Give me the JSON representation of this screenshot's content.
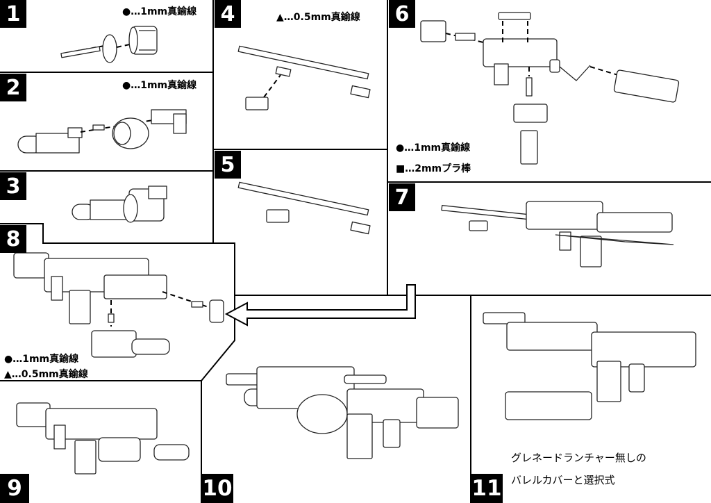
{
  "steps": [
    {
      "id": "1",
      "label": "1",
      "notes": [
        "●…1mm真鍮線"
      ]
    },
    {
      "id": "2",
      "label": "2",
      "notes": [
        "●…1mm真鍮線"
      ]
    },
    {
      "id": "3",
      "label": "3",
      "notes": []
    },
    {
      "id": "4",
      "label": "4",
      "notes": [
        "▲…0.5mm真鍮線"
      ]
    },
    {
      "id": "5",
      "label": "5",
      "notes": []
    },
    {
      "id": "6",
      "label": "6",
      "notes": [
        "●…1mm真鍮線",
        "■…2mmプラ棒"
      ]
    },
    {
      "id": "7",
      "label": "7",
      "notes": []
    },
    {
      "id": "8",
      "label": "8",
      "notes": [
        "●…1mm真鍮線",
        "▲…0.5mm真鍮線"
      ]
    },
    {
      "id": "9",
      "label": "9",
      "notes": []
    },
    {
      "id": "10",
      "label": "10",
      "notes": []
    },
    {
      "id": "11",
      "label": "11",
      "notes": [
        "グレネードランチャー無しの",
        "バレルカバーと選択式"
      ]
    }
  ],
  "colors": {
    "ink": "#000000",
    "paper": "#ffffff",
    "part_fill": "#ffffff",
    "shade": "#e6e6e6"
  },
  "icons": [
    "circle-marker",
    "square-marker",
    "triangle-marker",
    "arrow"
  ]
}
